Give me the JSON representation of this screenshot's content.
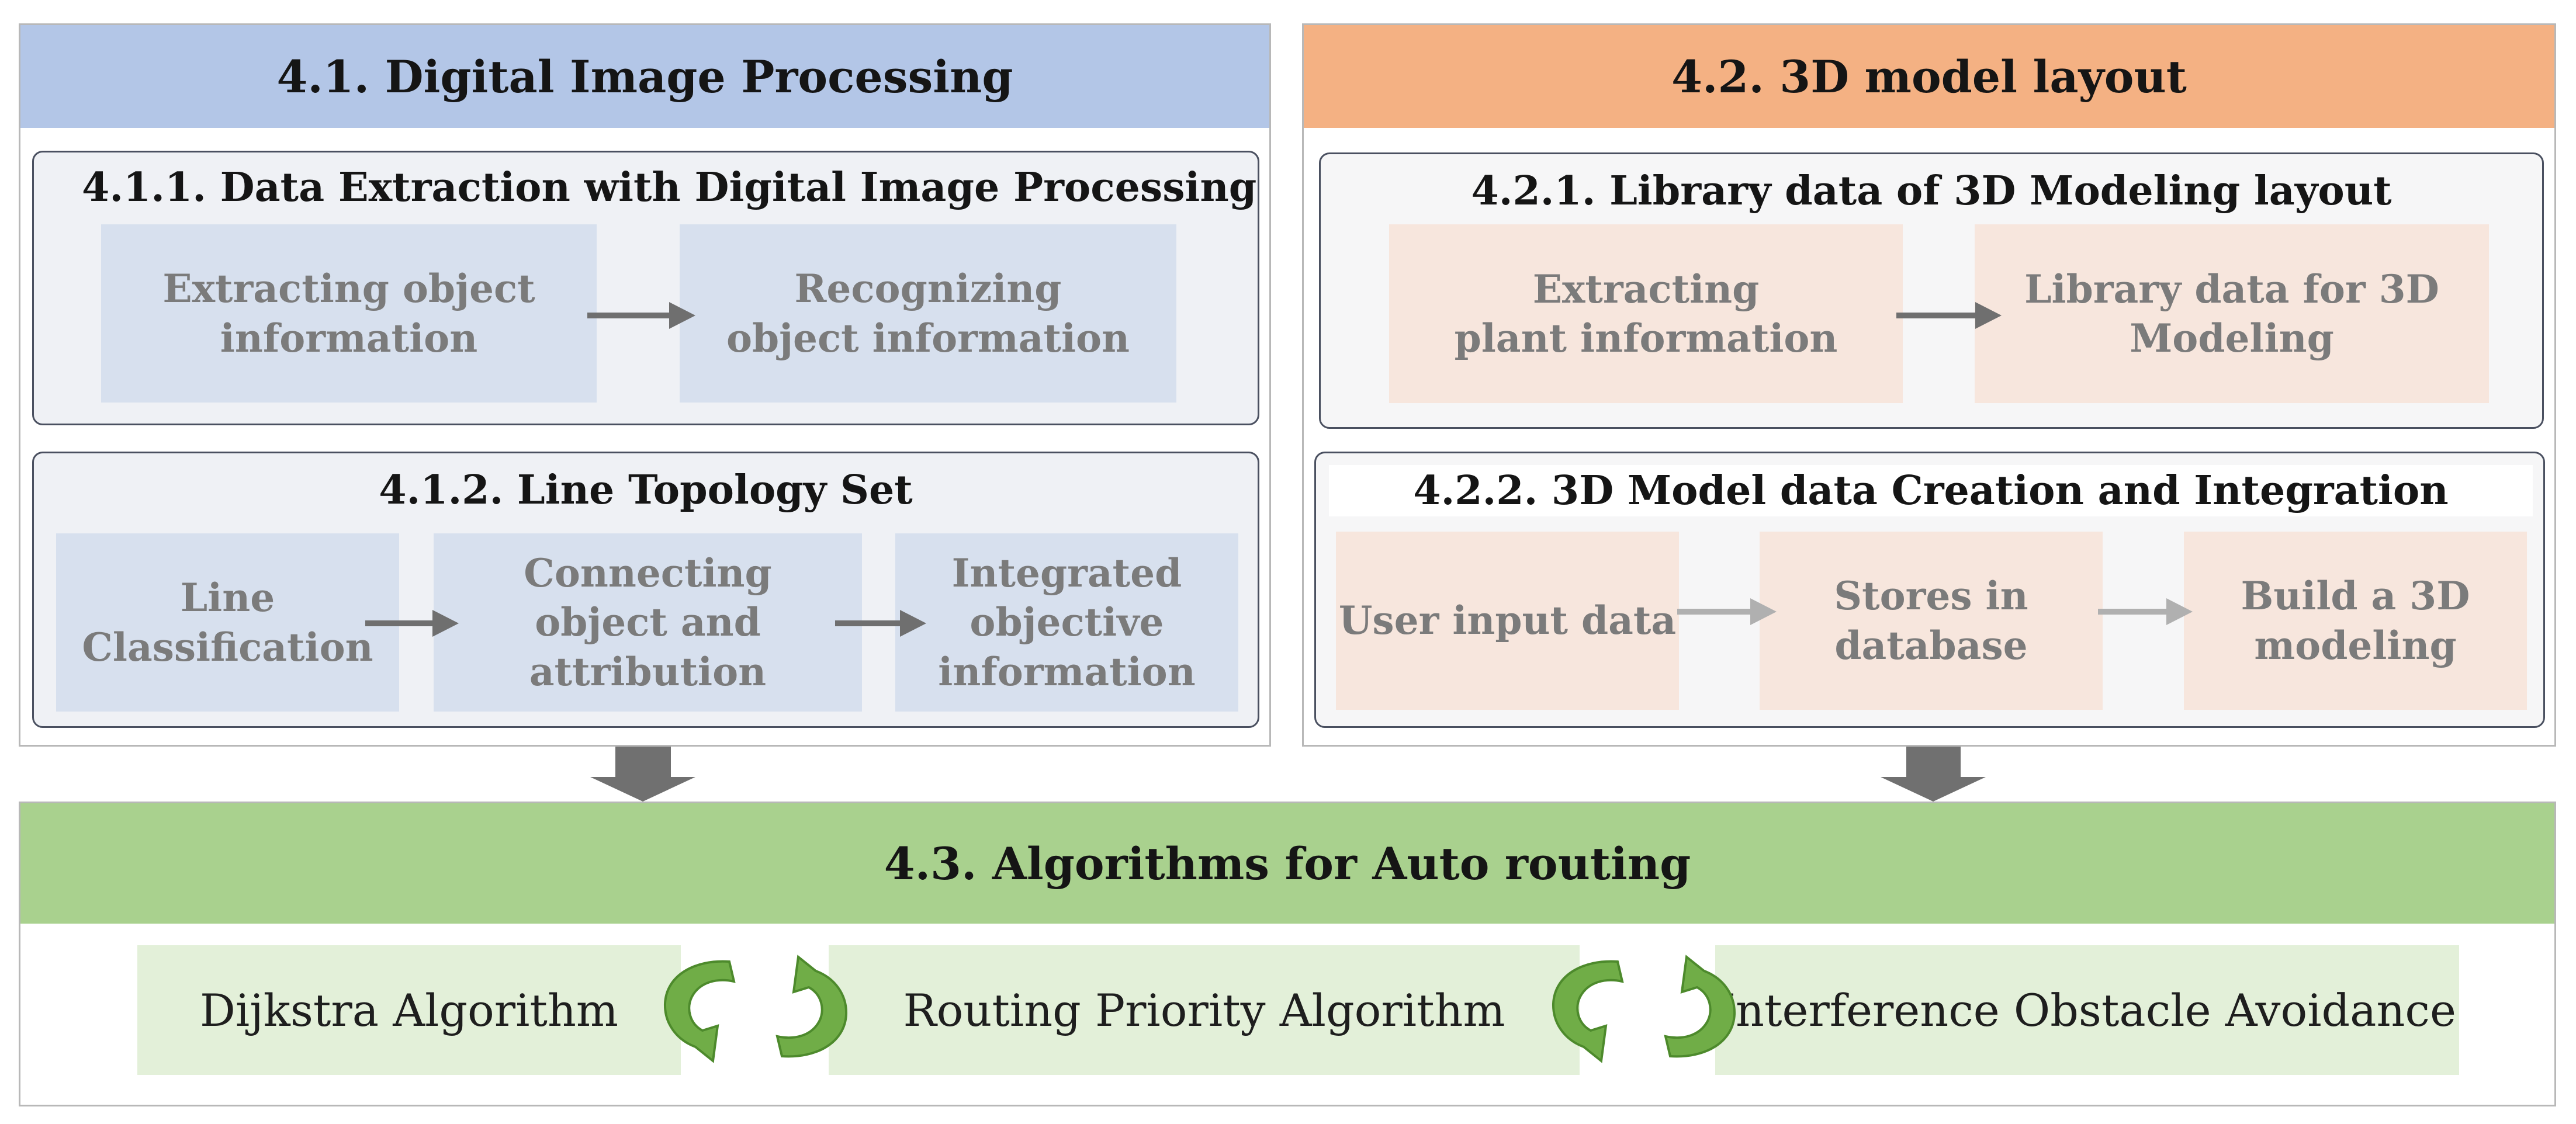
{
  "colors": {
    "blue_header": "#b3c6e7",
    "orange_header": "#f4b183",
    "green_header": "#a9d18e",
    "blue_box": "#d7e0ee",
    "peach_box": "#f7e6dd",
    "green_box": "#e3f0d9",
    "arrow_dark": "#6f6f6f",
    "arrow_light": "#b0b0b0",
    "cycle_arrow": "#70ad47"
  },
  "section_41": {
    "title": "4.1. Digital Image Processing",
    "sub_411": {
      "title": "4.1.1. Data Extraction with Digital Image Processing",
      "steps": [
        "Extracting object\ninformation",
        "Recognizing\nobject information"
      ]
    },
    "sub_412": {
      "title": "4.1.2. Line Topology Set",
      "steps": [
        "Line\nClassification",
        "Connecting\nobject and attribution",
        "Integrated\nobjective\ninformation"
      ]
    }
  },
  "section_42": {
    "title": "4.2. 3D model layout",
    "sub_421": {
      "title": "4.2.1. Library data of 3D Modeling layout",
      "steps": [
        "Extracting\nplant information",
        "Library data for 3D\nModeling"
      ]
    },
    "sub_422": {
      "title": "4.2.2. 3D Model data Creation and Integration",
      "steps": [
        "User input data",
        "Stores in\ndatabase",
        "Build a 3D\nmodeling"
      ]
    }
  },
  "section_43": {
    "title": "4.3. Algorithms for Auto routing",
    "algorithms": [
      "Dijkstra Algorithm",
      "Routing Priority Algorithm",
      "Interference Obstacle Avoidance"
    ],
    "cycle_icon": "cycle-arrows-icon"
  }
}
